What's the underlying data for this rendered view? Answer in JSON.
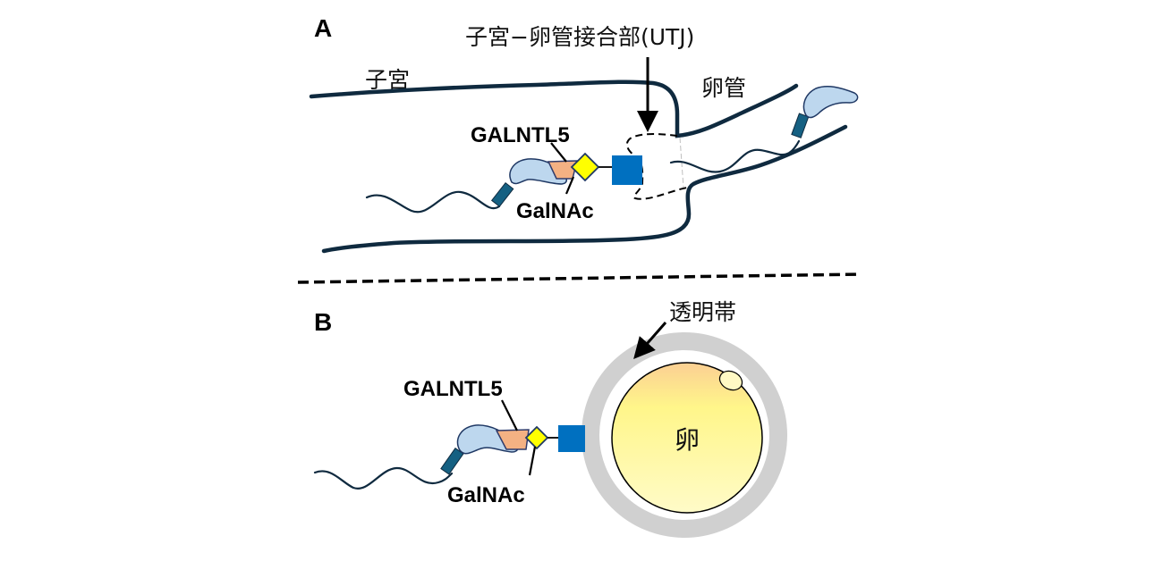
{
  "panels": {
    "a": {
      "label": "A",
      "utj_title": "子宮−卵管接合部(UTJ)",
      "uterus_label": "子宮",
      "oviduct_label": "卵管",
      "galntl5_label": "GALNTL5",
      "galnac_label": "GalNAc"
    },
    "b": {
      "label": "B",
      "zona_label": "透明帯",
      "egg_label": "卵",
      "galntl5_label": "GALNTL5",
      "galnac_label": "GalNAc"
    }
  },
  "colors": {
    "tract_line": "#0f2a3f",
    "sperm_head": "#bdd7ee",
    "sperm_midpiece": "#156082",
    "galntl5": "#f4b183",
    "galnac": "#ffff00",
    "receptor": "#0070c0",
    "zona_pellucida": "#d0d0d0",
    "egg_top": "#fcd5a0",
    "egg_body": "#fff9a0"
  }
}
